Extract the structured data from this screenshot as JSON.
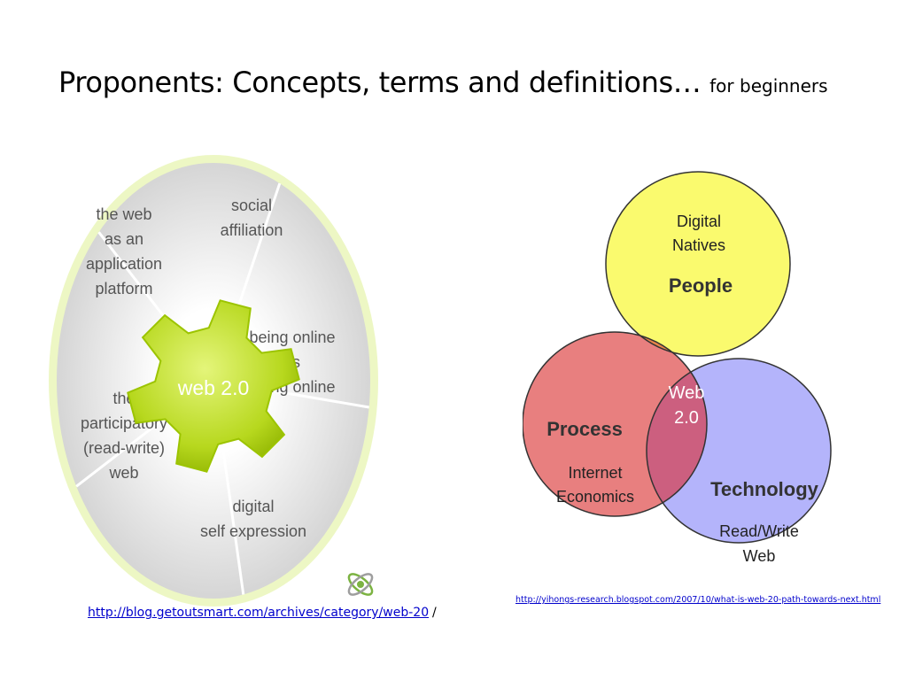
{
  "title": {
    "main": "Proponents: Concepts, terms and definitions…",
    "sub": "for beginners"
  },
  "wheel": {
    "hub": "web 2.0",
    "segments": [
      {
        "lines": [
          "social",
          "affiliation"
        ]
      },
      {
        "lines": [
          "being online",
          "vs",
          "going online"
        ]
      },
      {
        "lines": [
          "digital",
          "self expression"
        ]
      },
      {
        "lines": [
          "the",
          "participatory",
          "(read-write)",
          "web"
        ]
      },
      {
        "lines": [
          "the web",
          "as an",
          "application",
          "platform"
        ]
      }
    ],
    "colors": {
      "ring": "#e9f5b8",
      "segment_light": "#f2f2f2",
      "segment_dark": "#c9c9c9",
      "hub": "#b7d81e",
      "hub_dark": "#8fb300"
    },
    "logo_icon": "atom-logo-icon"
  },
  "venn": {
    "people": {
      "heading": "People",
      "lines": [
        "Digital",
        "Natives"
      ],
      "color": "#fafa6e"
    },
    "process": {
      "heading": "Process",
      "lines": [
        "Internet",
        "Economics"
      ],
      "color": "#e87f7f"
    },
    "technology": {
      "heading": "Technology",
      "lines": [
        "Read/Write",
        "Web"
      ],
      "color": "#b4b4fb"
    },
    "center_lines": [
      "Web",
      "2.0"
    ],
    "overlap_colors": {
      "people_process": "#e8844a",
      "people_technology": "#bdb99c",
      "process_technology": "#cc5f7f",
      "all": "#c8504a"
    }
  },
  "sources": {
    "left": "http://blog.getoutsmart.com/archives/category/web-20",
    "left_suffix": "/",
    "right": "http://yihongs-research.blogspot.com/2007/10/what-is-web-20-path-towards-next.html"
  }
}
